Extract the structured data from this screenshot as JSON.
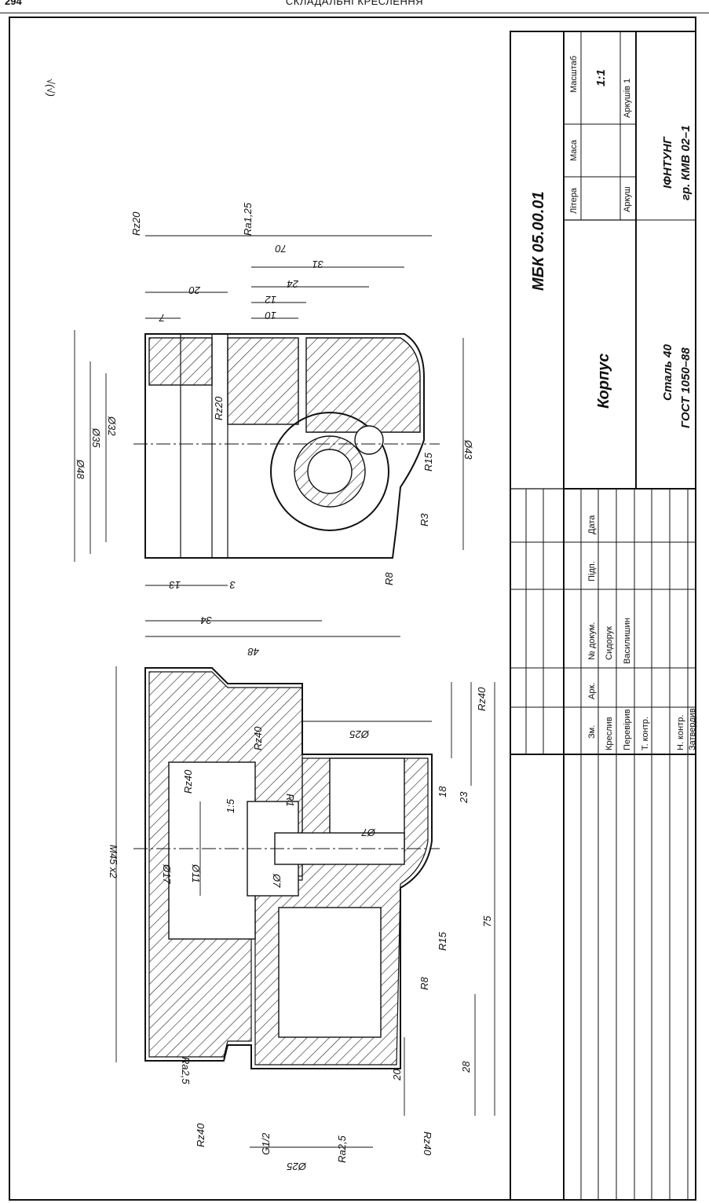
{
  "header": {
    "page_number": "294",
    "title": "СКЛАДАЛЬНІ КРЕСЛЕННЯ"
  },
  "roughness_corner": "√(√)",
  "part_view_top": {
    "dims": [
      "Ø48",
      "Ø35",
      "Ø32",
      "Ø43",
      "Rz20",
      "Ra1,25",
      "Rz20",
      "70",
      "31",
      "24",
      "12",
      "10",
      "20",
      "7",
      "13",
      "3",
      "34",
      "48",
      "R15",
      "R3",
      "R8"
    ]
  },
  "part_view_bottom": {
    "dims": [
      "M45 x2",
      "Ø17",
      "Ø11",
      "Ø7",
      "1:5",
      "R1",
      "Ø7",
      "Ø25",
      "Rz40",
      "Rz40",
      "Rz40",
      "18",
      "23",
      "75",
      "R15",
      "R8",
      "28",
      "20",
      "Ra2,5",
      "Rz40",
      "Ra2,5",
      "G1/2",
      "Ø25",
      "Rz40"
    ]
  },
  "title_block": {
    "designation": "МБК 05.00.01",
    "part_name": "Корпус",
    "material_line1": "Сталь 40",
    "material_line2": "ГОСТ 1050–88",
    "org_line1": "ІФНТУНГ",
    "org_line2": "гр. КМВ 02–1",
    "col_litera": "Літера",
    "col_masa": "Маса",
    "col_masshtab": "Масштаб",
    "scale": "1:1",
    "sheet": "Аркуш",
    "sheets": "Аркушів 1",
    "rows": {
      "h1": "Зм.",
      "h2": "Арк.",
      "h3": "№ докум.",
      "h4": "Підп.",
      "h5": "Дата",
      "r1": "Креслив",
      "r1n": "Сидорук",
      "r2": "Перевірив",
      "r2n": "Василишин",
      "r3": "Т. контр.",
      "r4": "Н. контр.",
      "r5": "Затвердив"
    }
  }
}
